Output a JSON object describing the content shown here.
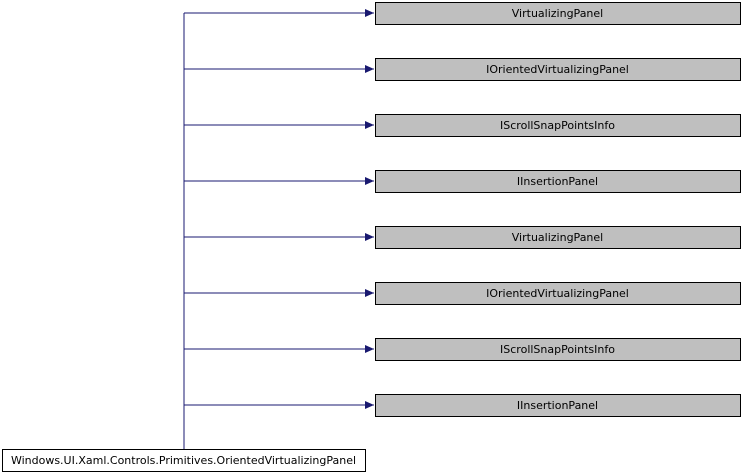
{
  "diagram": {
    "type": "inheritance-graph",
    "source_node": {
      "label": "Windows.UI.Xaml.Controls.Primitives.OrientedVirtualizingPanel"
    },
    "target_nodes": [
      {
        "label": "VirtualizingPanel"
      },
      {
        "label": "IOrientedVirtualizingPanel"
      },
      {
        "label": "IScrollSnapPointsInfo"
      },
      {
        "label": "IInsertionPanel"
      },
      {
        "label": "VirtualizingPanel"
      },
      {
        "label": "IOrientedVirtualizingPanel"
      },
      {
        "label": "IScrollSnapPointsInfo"
      },
      {
        "label": "IInsertionPanel"
      }
    ],
    "colors": {
      "target_fill": "#bfbfbf",
      "source_fill": "#ffffff",
      "node_border": "#000000",
      "edge": "#191970"
    }
  }
}
